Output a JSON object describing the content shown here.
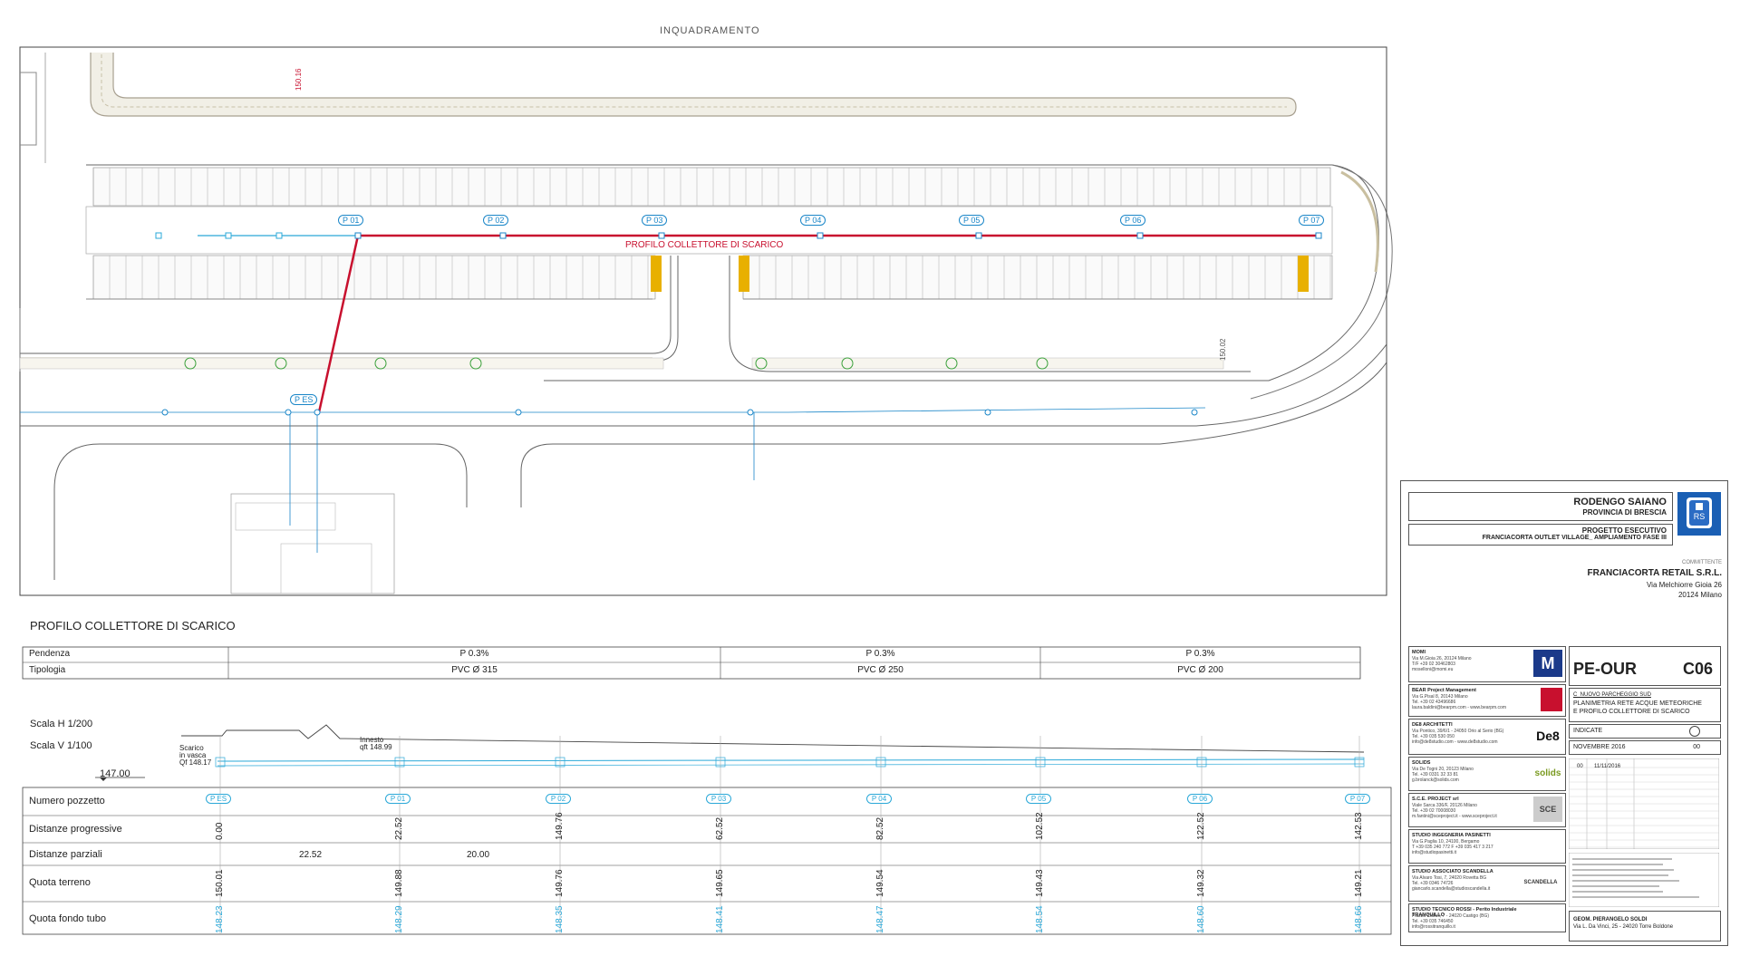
{
  "header": {
    "inquadramento": "INQUADRAMENTO"
  },
  "plan": {
    "profile_label": "PROFILO COLLETTORE DI SCARICO",
    "wells": [
      "P 01",
      "P 02",
      "P 03",
      "P 04",
      "P 05",
      "P 06",
      "P 07"
    ],
    "es_label": "P ES",
    "elev_label_a": "150.16",
    "elev_label_b": "150.02"
  },
  "profile": {
    "title": "PROFILO COLLETTORE DI SCARICO",
    "segments_table": {
      "row_labels": [
        "Pendenza",
        "Tipologia"
      ],
      "pendenza": [
        "P 0.3%",
        "P 0.3%",
        "P 0.3%"
      ],
      "tipologia": [
        "PVC Ø 315",
        "PVC Ø 250",
        "PVC Ø 200"
      ]
    },
    "scale_h": "Scala H 1/200",
    "scale_v": "Scala V 1/100",
    "datum": "147.00",
    "scarico": [
      "Scarico",
      "in vasca",
      "Qf 148.17"
    ],
    "innesto": [
      "Innesto",
      "qft 148.99"
    ],
    "rows": [
      "Numero pozzetto",
      "Distanze progressive",
      "Distanze parziali",
      "Quota terreno",
      "Quota fondo tubo"
    ],
    "stations": [
      {
        "id": "P ES",
        "prog": "0.00",
        "terreno": "150.01",
        "fondo": "148.23"
      },
      {
        "id": "P 01",
        "prog": "22.52",
        "terreno": "149.88",
        "fondo": "148.29"
      },
      {
        "id": "P 02",
        "prog": "149.76",
        "terreno": "149.76",
        "fondo": "148.35"
      },
      {
        "id": "P 03",
        "prog": "62.52",
        "terreno": "149.65",
        "fondo": "148.41"
      },
      {
        "id": "P 04",
        "prog": "82.52",
        "terreno": "149.54",
        "fondo": "148.47"
      },
      {
        "id": "P 05",
        "prog": "102.52",
        "terreno": "149.43",
        "fondo": "148.54"
      },
      {
        "id": "P 06",
        "prog": "122.52",
        "terreno": "149.32",
        "fondo": "148.60"
      },
      {
        "id": "P 07",
        "prog": "142.53",
        "terreno": "149.21",
        "fondo": "148.66"
      }
    ],
    "parziali": [
      "22.52",
      "20.00"
    ]
  },
  "titleblock": {
    "comune": "RODENGO SAIANO",
    "provincia": "PROVINCIA DI BRESCIA",
    "progetto": "PROGETTO ESECUTIVO",
    "progetto_desc": "FRANCIACORTA OUTLET VILLAGE_ AMPLIAMENTO FASE III",
    "committente_label": "COMMITTENTE",
    "committente": "FRANCIACORTA RETAIL S.R.L.",
    "committente_addr1": "Via Melchiorre Gioia 26",
    "committente_addr2": "20124 Milano",
    "code": "PE-OUR",
    "sheet": "C06",
    "oggetto_small": "C_NUOVO PARCHEGGIO SUD",
    "oggetto1": "PLANIMETRIA RETE ACQUE METEORICHE",
    "oggetto2": "E PROFILO COLLETTORE DI SCARICO",
    "scala": "INDICATE",
    "data": "NOVEMBRE 2016",
    "rev": "00",
    "rev_row": [
      "00",
      "11/11/2016"
    ],
    "geom": "GEOM. PIERANGELO SOLDI",
    "geom_addr": "Via L. Da Vinci, 25 - 24020 Torre Boldone",
    "companies": [
      {
        "name": "MOMI",
        "lines": [
          "Via M.Gioia 26, 20124 Milano",
          "T/F +39 02 30462803",
          "moselloni@momi.eu"
        ],
        "logo": "M"
      },
      {
        "name": "BEAR Project Management",
        "lines": [
          "Via G.Pisal 8, 20143 Milano",
          "Tel. +39 02 43496686",
          "laura.baldini@bearpm.com - www.bearpm.com"
        ],
        "logo": ""
      },
      {
        "name": "DE8 ARCHITETTI",
        "lines": [
          "Via Pontico, 39/6/1 - 24050 Orio al Serio (BG)",
          "Tel. +39 035 530 050",
          "info@de8studio.com - www.de8studio.com"
        ],
        "logo": "De8"
      },
      {
        "name": "SOLIDS",
        "lines": [
          "Via De Togni 20, 20123 Milano",
          "Tel. +39 0331 32 33 81",
          "g.brolanck@solids.com"
        ],
        "logo": "solids"
      },
      {
        "name": "S.C.E. PROJECT srl",
        "lines": [
          "Viale Sarca 336/F, 20126 Milano",
          "Tel. +39 02 70008030",
          "m.fantini@sceproject.it - www.sceproject.it"
        ],
        "logo": "SCE"
      },
      {
        "name": "STUDIO INGEGNERIA PASINETTI",
        "lines": [
          "Via G.Paglia 10, 24100, Bergamo",
          "T +39 035 240 772  F +39 035 417 3 217",
          "info@studiopasinetti.it"
        ],
        "logo": ""
      },
      {
        "name": "STUDIO ASSOCIATO SCANDELLA",
        "lines": [
          "Via Alvaro Tosi, 7, 24020 Rovetta BG",
          "Tel. +39 0346 74726",
          "giancarlo.scandella@studioscandella.it"
        ],
        "logo": "SCANDELLA"
      },
      {
        "name": "STUDIO TECNICO ROSSI - Perito Industriale TRANQUILLO",
        "lines": [
          "Piazza Caduti, 7 - 24020 Castigo (BG)",
          "Tel. +39 035 746450",
          "info@rossitranquillo.it"
        ],
        "logo": ""
      }
    ]
  },
  "colors": {
    "red": "#c8102e",
    "blue": "#1a86c8",
    "cyan": "#2aa8d8",
    "green": "#3aa03a",
    "yellow": "#e8b000",
    "line": "#555555"
  }
}
